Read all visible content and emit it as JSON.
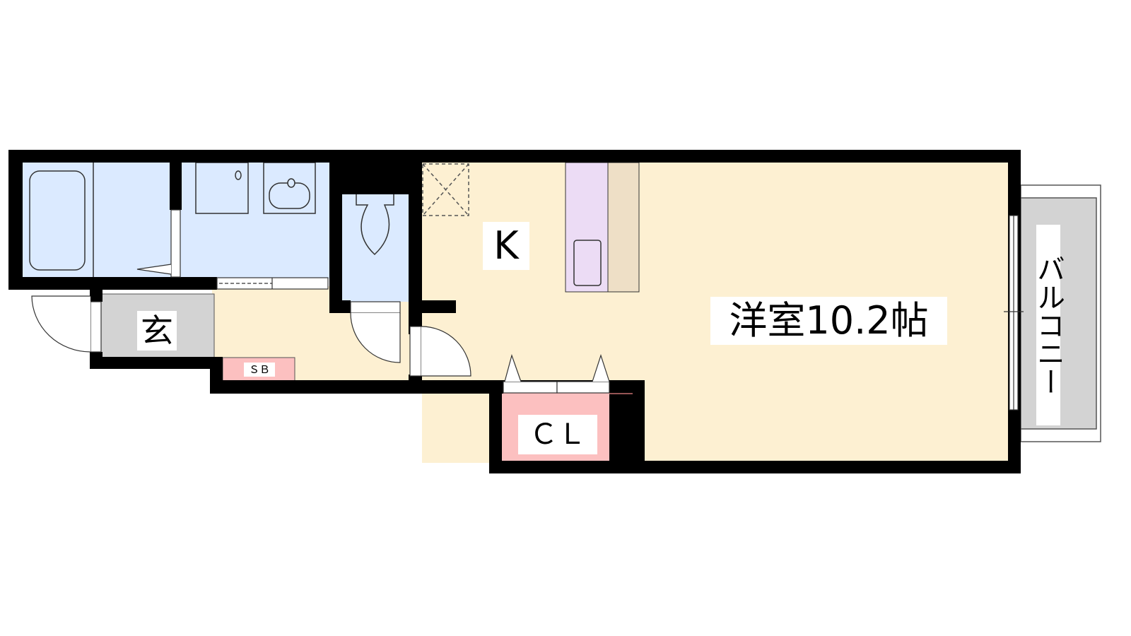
{
  "floorplan": {
    "rooms": {
      "entrance": "玄",
      "shoe_box": "ＳＢ",
      "kitchen": "K",
      "western_room": "洋室10.2帖",
      "closet": "ＣＬ",
      "balcony": "バルコニー"
    },
    "colors": {
      "wall": "#000000",
      "wet_area": "#dbeaff",
      "living": "#fdf0d2",
      "entrance": "#d3d3d3",
      "storage": "#fcc0c0",
      "kitchen_counter": "#ecdcf5",
      "kitchen_shelf": "#eedfc6"
    }
  }
}
